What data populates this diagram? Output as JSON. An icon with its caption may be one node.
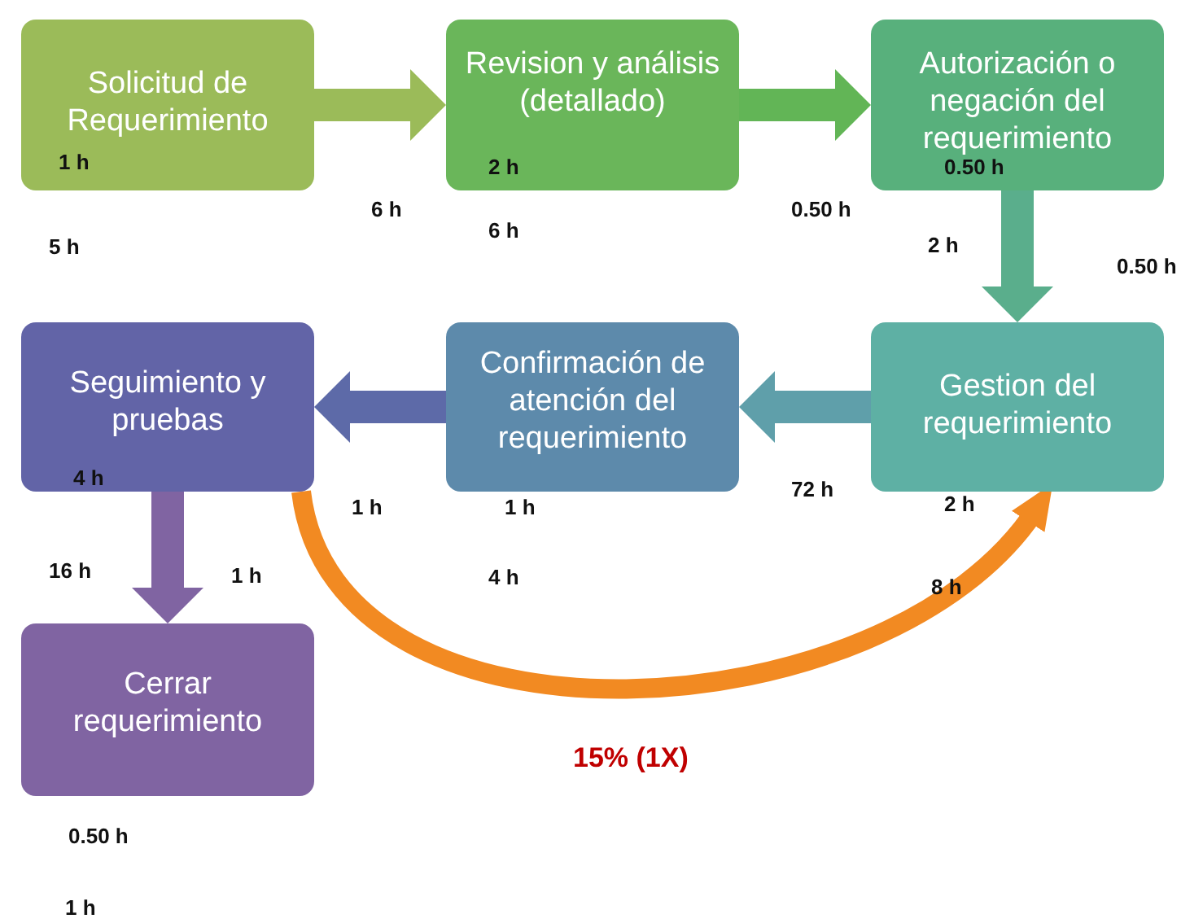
{
  "diagram": {
    "nodes": [
      {
        "text": [
          "Solicitud de Requerimiento"
        ]
      },
      {
        "text": [
          "Revision y análisis (detallado)"
        ]
      },
      {
        "text": [
          "Autorización o negación del requerimiento"
        ]
      },
      {
        "text": [
          "Gestion del requerimiento"
        ]
      },
      {
        "text": [
          "Confirmación de atención del requerimiento"
        ]
      },
      {
        "text": [
          "Seguimiento y pruebas"
        ]
      },
      {
        "text": [
          "Cerrar requerimiento"
        ]
      }
    ],
    "edges": [
      {
        "from": 0,
        "to": 1,
        "arrow": "to",
        "color": "#9bbb59"
      },
      {
        "from": 1,
        "to": 2,
        "arrow": "to",
        "color": "#62b556"
      },
      {
        "from": 2,
        "to": 3,
        "arrow": "to",
        "color": "#5aae8c"
      },
      {
        "from": 3,
        "to": 4,
        "arrow": "to",
        "color": "#5f9faa"
      },
      {
        "from": 4,
        "to": 5,
        "arrow": "to",
        "color": "#5d6aa8"
      },
      {
        "from": 5,
        "to": 6,
        "arrow": "to",
        "color": "#8064a2"
      },
      {
        "from": 5,
        "to": 3,
        "arrow": "to",
        "label": "15% (1X)",
        "color": "#f28a22"
      }
    ],
    "labels": [
      "1 h",
      "2 h",
      "0.50 h",
      "6 h",
      "0.50 h",
      "5 h",
      "6 h",
      "2 h",
      "0.50 h",
      "4 h",
      "1 h",
      "1 h",
      "72 h",
      "2 h",
      "16 h",
      "1 h",
      "4 h",
      "8 h",
      "0.50 h",
      "1 h"
    ]
  }
}
